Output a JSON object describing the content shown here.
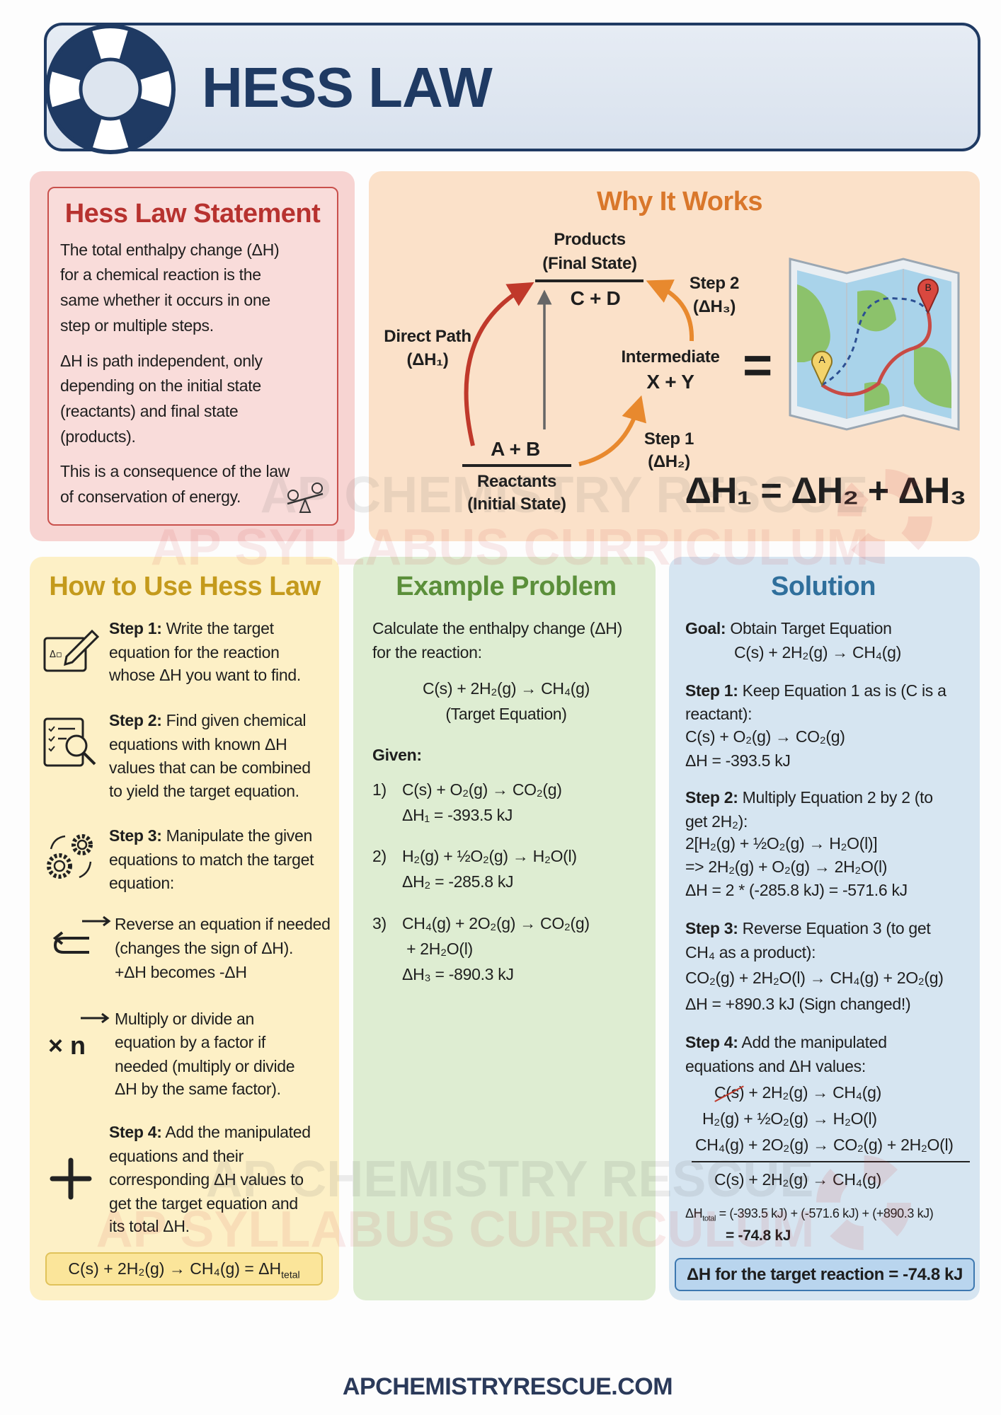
{
  "header": {
    "title": "HESS LAW"
  },
  "statement": {
    "title": "Hess Law Statement",
    "p1": [
      "The total enthalpy change (ΔH)",
      "for a chemical reaction is the",
      "same whether it occurs in one",
      "step or multiple steps."
    ],
    "p2": [
      "ΔH is path independent, only",
      "depending on the initial state",
      "(reactants) and final state",
      "(products)."
    ],
    "p3": [
      "This is a consequence of the law",
      "of conservation of energy."
    ]
  },
  "why": {
    "title": "Why It Works",
    "products": "Products",
    "final_state": "(Final State)",
    "cd": "C + D",
    "ab": "A + B",
    "reactants": "Reactants",
    "initial_state": "(Initial State)",
    "direct_path": "Direct Path",
    "dh1": "(ΔH₁)",
    "intermediate": "Intermediate",
    "xy": "X + Y",
    "step1": "Step 1",
    "dh2": "(ΔH₂)",
    "step2": "Step 2",
    "dh3": "(ΔH₃)",
    "equals": "=",
    "equation": "ΔH₁ = ΔH₂ + ΔH₃",
    "map_pin_a": "A",
    "map_pin_b": "B",
    "colors": {
      "direct": "#c0392b",
      "steps": "#e8892e",
      "vertical": "#666666"
    }
  },
  "howto": {
    "title": "How to Use Hess Law",
    "step1": {
      "label": "Step 1:",
      "lines": [
        " Write the target",
        "equation for the reaction",
        "whose ΔH you want to find."
      ]
    },
    "step2": {
      "label": "Step 2:",
      "lines": [
        " Find given chemical",
        "equations with known ΔH",
        "values that can be combined",
        "to yield the target equation."
      ]
    },
    "step3": {
      "label": "Step 3:",
      "lines": [
        " Manipulate the given",
        "equations to match the target",
        "equation:"
      ]
    },
    "reverse": {
      "lines": [
        "Reverse an equation if needed",
        "(changes the sign of ΔH).",
        "+ΔH becomes -ΔH"
      ]
    },
    "multiply": {
      "icon_text": "× n",
      "lines": [
        "Multiply or divide an",
        "equation by a factor if",
        "needed (multiply or divide",
        "ΔH by the same factor)."
      ]
    },
    "step4": {
      "label": "Step 4:",
      "lines": [
        " Add the manipulated",
        "equations and their",
        "corresponding ΔH values to",
        "get the target equation and",
        "its total ΔH."
      ]
    },
    "summary": {
      "text": "C(s) + 2H₂(g) → CH₄(g) = ΔH",
      "sub": "tetal"
    }
  },
  "example": {
    "title": "Example Problem",
    "intro": [
      "Calculate the enthalpy change (ΔH)",
      "for the reaction:"
    ],
    "target": "C(s) + 2H₂(g) → CH₄(g)",
    "target_label": "(Target Equation)",
    "given_label": "Given:",
    "given": [
      {
        "num": "1)",
        "lines": [
          "C(s) + O₂(g) → CO₂(g)",
          "ΔH₁ = -393.5 kJ"
        ]
      },
      {
        "num": "2)",
        "lines": [
          "H₂(g) + ½O₂(g) → H₂O(l)",
          "ΔH₂ = -285.8 kJ"
        ]
      },
      {
        "num": "3)",
        "lines": [
          "CH₄(g) + 2O₂(g) → CO₂(g)",
          " + 2H₂O(l)",
          "ΔH₃ = -890.3 kJ"
        ]
      }
    ]
  },
  "solution": {
    "title": "Solution",
    "goal_label": "Goal:",
    "goal_text": " Obtain Target Equation",
    "goal_eq": "C(s) + 2H₂(g) → CH₄(g)",
    "step1": {
      "label": "Step 1:",
      "lines": [
        " Keep Equation 1 as is (C is a",
        "reactant):",
        "C(s) + O₂(g) → CO₂(g)",
        "ΔH = -393.5 kJ"
      ]
    },
    "step2": {
      "label": "Step 2:",
      "lines": [
        " Multiply Equation 2 by 2 (to",
        "get 2H₂):",
        "2[H₂(g) + ½O₂(g) → H₂O(l)]",
        "=> 2H₂(g) + O₂(g) → 2H₂O(l)",
        "ΔH = 2 * (-285.8 kJ) = -571.6 kJ"
      ]
    },
    "step3": {
      "label": "Step 3:",
      "lines": [
        " Reverse Equation 3 (to get",
        "CH₄ as a product):",
        "CO₂(g) + 2H₂O(l) → CH₄(g) + 2O₂(g)",
        "ΔH = +890.3 kJ (Sign changed!)"
      ]
    },
    "step4": {
      "label": "Step 4:",
      "lines": [
        " Add the manipulated",
        "equations and ΔH values:"
      ]
    },
    "sum": {
      "crossed": "C(s)",
      "eq_a_rest": " + 2H₂(g) → CH₄(g)",
      "eq_b": "H₂(g) + ½O₂(g) → H₂O(l)",
      "eq_c": "CH₄(g) + 2O₂(g) → CO₂(g) + 2H₂O(l)",
      "result": "C(s) + 2H₂(g) → CH₄(g)"
    },
    "total_label": "ΔH",
    "total_sub": "total",
    "total_expr": " = (-393.5 kJ) + (-571.6 kJ) + (+890.3 kJ)",
    "total_value": "= -74.8 kJ",
    "final": "ΔH for the target reaction = -74.8 kJ"
  },
  "watermark": {
    "line1": "AP CHEMISTRY RESCUE",
    "line2": "AP SYLLABUS CURRICULUM"
  },
  "footer": {
    "site": "APCHEMISTRYRESCUE.COM"
  },
  "colors": {
    "navy": "#1f3a63",
    "statement": "#b7322f",
    "why": "#d9772b",
    "howto": "#c49a1c",
    "example": "#5b8f3a",
    "solution": "#2f6f9c"
  }
}
